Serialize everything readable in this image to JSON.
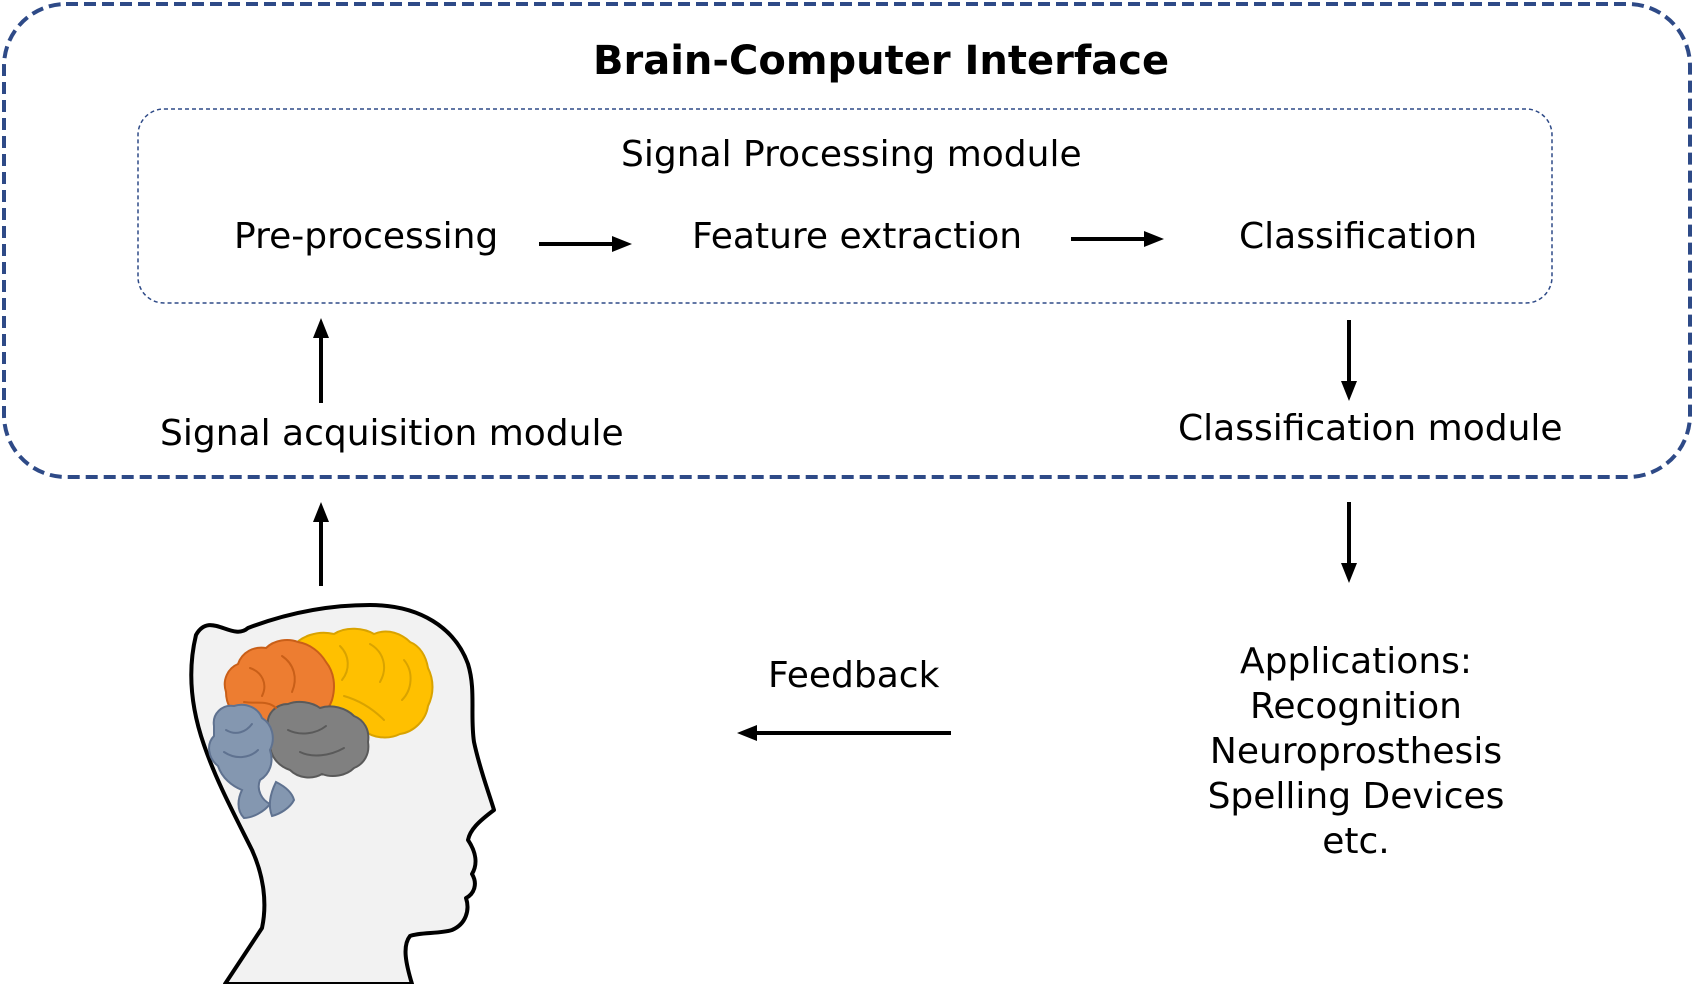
{
  "title": "Brain-Computer Interface",
  "signal_processing": {
    "title": "Signal Processing module",
    "steps": [
      "Pre-processing",
      "Feature extraction",
      "Classification"
    ]
  },
  "signal_acquisition": "Signal acquisition module",
  "classification_module": "Classification module",
  "applications": {
    "heading": "Applications:",
    "items": [
      "Recognition",
      "Neuroprosthesis",
      "Spelling Devices",
      "etc."
    ]
  },
  "feedback": "Feedback",
  "colors": {
    "outer_border": "#2e4a87",
    "inner_border": "#2e4a87",
    "brain_frontal": "#ed7d31",
    "brain_parietal": "#ffc000",
    "brain_temporal": "#808080",
    "brain_cerebellum": "#8497b0",
    "head_fill": "#f2f2f2"
  }
}
